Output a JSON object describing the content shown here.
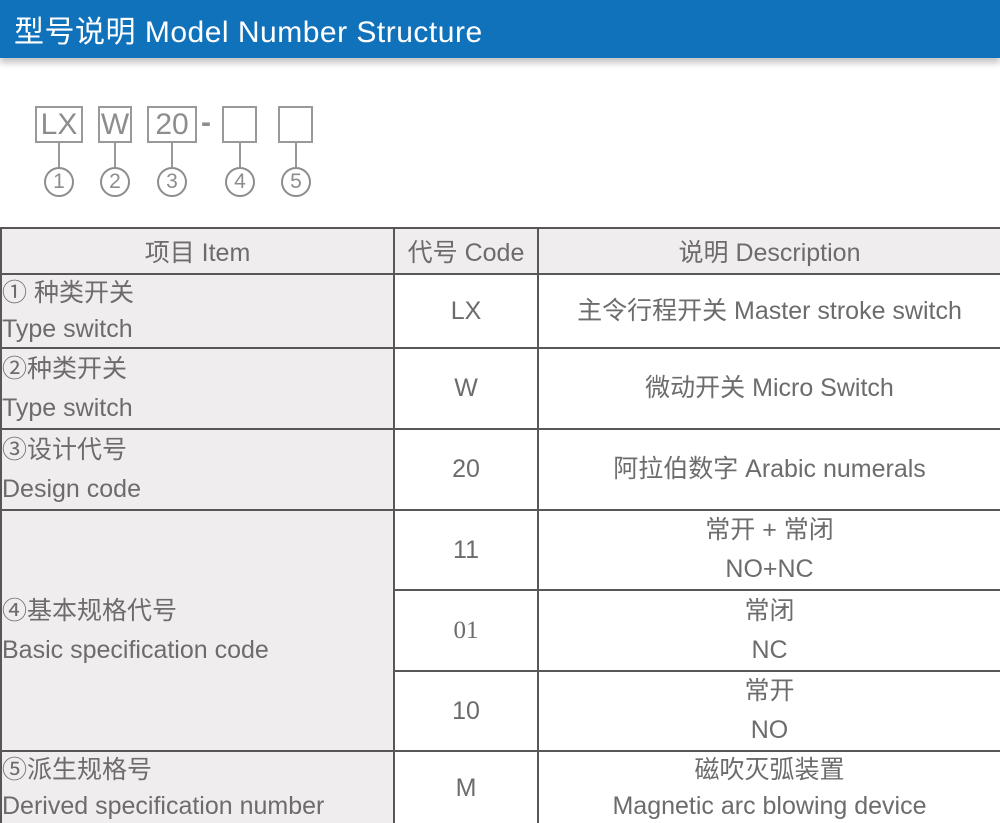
{
  "colors": {
    "header_bg": "#1172bc",
    "header_text": "#ffffff",
    "table_border": "#585656",
    "shaded_cell_bg": "#efeded",
    "body_text": "#6d6b6b",
    "diagram_gray": "#8e8c8c"
  },
  "header": {
    "title": "型号说明 Model Number Structure"
  },
  "diagram": {
    "boxes": [
      "LX",
      "W",
      "20",
      "",
      ""
    ],
    "separator": "-",
    "circles": [
      "1",
      "2",
      "3",
      "4",
      "5"
    ]
  },
  "table": {
    "headers": {
      "item": "项目 Item",
      "code": "代号 Code",
      "description": "说明 Description"
    },
    "rows": [
      {
        "item_zh": "① 种类开关",
        "item_en": "Type switch",
        "code": "LX",
        "desc_zh": "主令行程开关 Master stroke switch",
        "desc_en": ""
      },
      {
        "item_zh": "②种类开关",
        "item_en": "Type switch",
        "code": "W",
        "desc_zh": "微动开关 Micro Switch",
        "desc_en": ""
      },
      {
        "item_zh": "③设计代号",
        "item_en": "Design code",
        "code": "20",
        "desc_zh": "阿拉伯数字 Arabic numerals",
        "desc_en": ""
      },
      {
        "item_zh": "④基本规格代号",
        "item_en": "Basic specification code",
        "subrows": [
          {
            "code": "11",
            "desc_zh": "常开 + 常闭",
            "desc_en": "NO+NC"
          },
          {
            "code": "01",
            "desc_zh": "常闭",
            "desc_en": "NC"
          },
          {
            "code": "10",
            "desc_zh": "常开",
            "desc_en": "NO"
          }
        ]
      },
      {
        "item_zh": "⑤派生规格号",
        "item_en": "Derived specification number",
        "code": "M",
        "desc_zh": "磁吹灭弧装置",
        "desc_en": "Magnetic arc blowing device"
      }
    ]
  }
}
